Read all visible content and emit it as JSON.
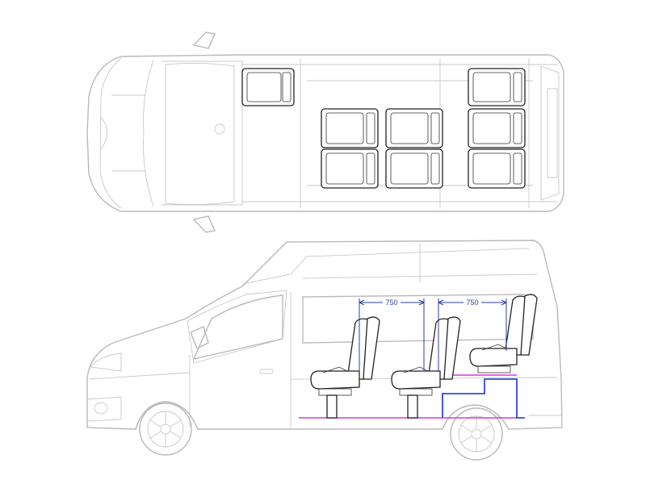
{
  "diagram": {
    "views": [
      "top-view",
      "side-view"
    ],
    "seat_pitch_dimensions": [
      "750",
      "750"
    ],
    "colors": {
      "body_outline": "#b9b9b9",
      "seat_outline": "#222222",
      "dimension": "#2b3f9e",
      "floor_rail_blue": "#1a2fd0",
      "floor_rail_magenta": "#d63ad8"
    }
  }
}
